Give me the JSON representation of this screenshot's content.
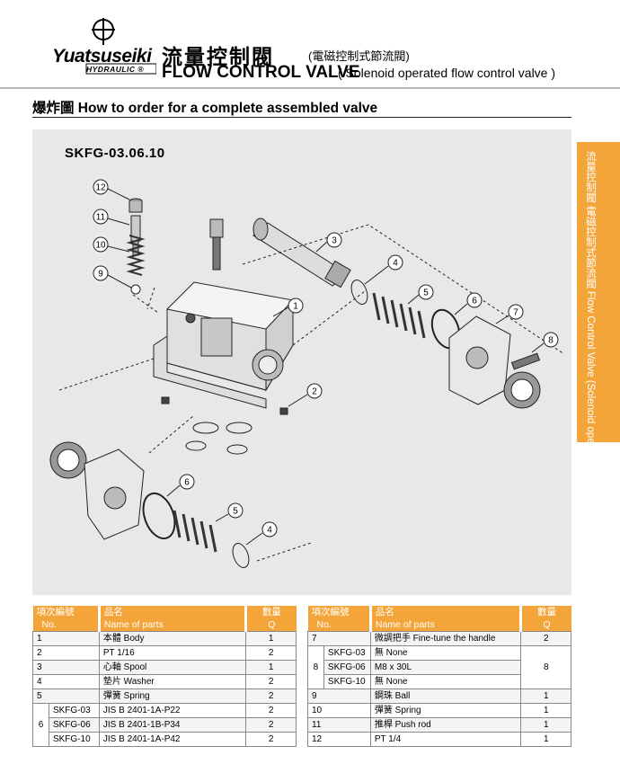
{
  "brand": {
    "name": "Yuatsuseiki",
    "sub": "HYDRAULIC ®"
  },
  "header": {
    "title_cn": "流量控制閥",
    "title_cn_sub": "(電磁控制式節流閥)",
    "title_en": "FLOW CONTROL VALVE",
    "title_en_sub": "( Solenoid operated flow control valve )"
  },
  "section": {
    "title": "爆炸圖  How to order for a complete assembled valve"
  },
  "diagram": {
    "model": "SKFG-03.06.10",
    "callouts": [
      "1",
      "2",
      "3",
      "4",
      "5",
      "6",
      "7",
      "8",
      "9",
      "10",
      "11",
      "12",
      "6",
      "5",
      "4"
    ]
  },
  "side_tab": {
    "text": "流量控制閥  電磁控制式節流閥  Flow Control Valve (Solenoid operated flow control valve)"
  },
  "table_left": {
    "headers": {
      "no_cn": "項次編號",
      "no_en": "No.",
      "name_cn": "品名",
      "name_en": "Name of parts",
      "q_cn": "數量",
      "q_en": "Q"
    },
    "rows": [
      {
        "no": "1",
        "name": "本體 Body",
        "q": "1"
      },
      {
        "no": "2",
        "name": "PT 1/16",
        "q": "2"
      },
      {
        "no": "3",
        "name": "心軸 Spool",
        "q": "1"
      },
      {
        "no": "4",
        "name": "墊片 Washer",
        "q": "2"
      },
      {
        "no": "5",
        "name": "彈簧 Spring",
        "q": "2"
      }
    ],
    "group": {
      "no": "6",
      "rows": [
        {
          "sub": "SKFG-03",
          "name": "JIS B 2401-1A-P22",
          "q": "2"
        },
        {
          "sub": "SKFG-06",
          "name": "JIS B 2401-1B-P34",
          "q": "2"
        },
        {
          "sub": "SKFG-10",
          "name": "JIS B 2401-1A-P42",
          "q": "2"
        }
      ]
    }
  },
  "table_right": {
    "headers": {
      "no_cn": "項次編號",
      "no_en": "No.",
      "name_cn": "品名",
      "name_en": "Name of parts",
      "q_cn": "數量",
      "q_en": "Q"
    },
    "row7": {
      "no": "7",
      "name": "微調把手 Fine-tune the handle",
      "q": "2"
    },
    "group": {
      "no": "8",
      "q": "8",
      "rows": [
        {
          "sub": "SKFG-03",
          "name": "無 None"
        },
        {
          "sub": "SKFG-06",
          "name": "M8 x 30L"
        },
        {
          "sub": "SKFG-10",
          "name": "無 None"
        }
      ]
    },
    "rows": [
      {
        "no": "9",
        "name": "鋼珠 Ball",
        "q": "1"
      },
      {
        "no": "10",
        "name": "彈簧 Spring",
        "q": "1"
      },
      {
        "no": "11",
        "name": "推桿 Push rod",
        "q": "1"
      },
      {
        "no": "12",
        "name": "PT 1/4",
        "q": "1"
      }
    ]
  }
}
